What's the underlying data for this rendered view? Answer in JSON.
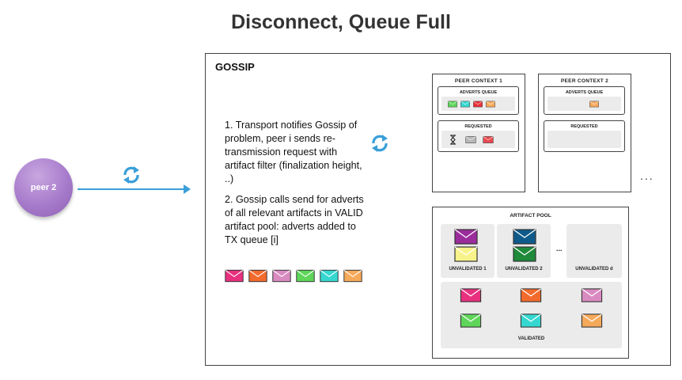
{
  "title": "Disconnect, Queue Full",
  "peer": {
    "label": "peer 2"
  },
  "gossip": {
    "title": "GOSSIP",
    "step1": "1. Transport notifies Gossip of problem, peer i sends re-transmission request with artifact filter (finalization height, ..)",
    "step2": "2. Gossip calls send for adverts of all relevant artifacts in VALID  artifact pool: adverts added to TX queue [i]",
    "tx_queue_colors": [
      "#e8307f",
      "#f26a2c",
      "#d98ac0",
      "#5fd65a",
      "#35d8d0",
      "#f5a95a"
    ]
  },
  "peer_contexts": [
    {
      "title": "PEER CONTEXT 1",
      "adverts_title": "ADVERTS QUEUE",
      "adverts_colors": [
        "#5fd65a",
        "#35d8d0",
        "#e8303a",
        "#f5a95a"
      ],
      "requested_title": "REQUESTED",
      "requested_icons": [
        "hourglass-icon",
        "envelope-gray",
        "envelope-red"
      ]
    },
    {
      "title": "PEER CONTEXT 2",
      "adverts_title": "ADVERTS QUEUE",
      "adverts_colors": [
        "#f5a95a"
      ],
      "requested_title": "REQUESTED",
      "requested_icons": []
    }
  ],
  "more_contexts": "...",
  "artifact_pool": {
    "title": "ARTIFACT POOL",
    "unvalidated": [
      {
        "label": "UNVALIDATED 1",
        "colors": [
          "#9b2c9b",
          "#f7f38a"
        ]
      },
      {
        "label": "UNVALIDATED 2",
        "colors": [
          "#0e5a8a",
          "#1f8a3a"
        ]
      },
      {
        "label": "UNVALIDATED d",
        "colors": []
      }
    ],
    "between": "...",
    "validated_label": "VALIDATED",
    "validated_colors": [
      "#e8307f",
      "#f26a2c",
      "#d98ac0",
      "#5fd65a",
      "#35d8d0",
      "#f5a95a"
    ]
  },
  "colors": {
    "arrow": "#3a9fd8",
    "sync_icon": "#3a9fd8",
    "peer_circle": "#a77bcb"
  }
}
